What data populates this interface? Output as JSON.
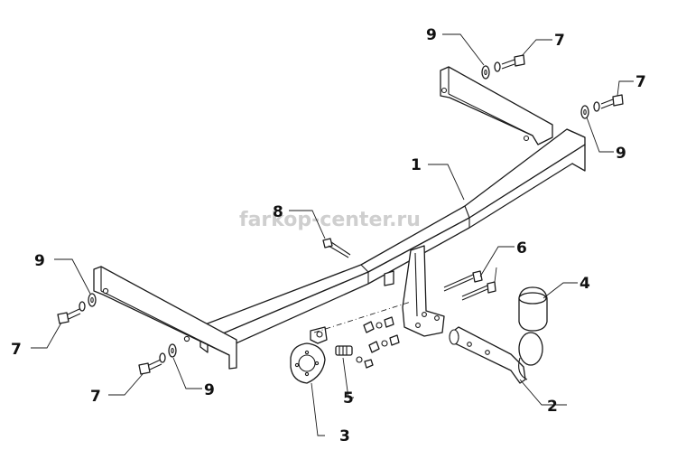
{
  "watermark": "farkop-center.ru",
  "callouts": [
    "1",
    "2",
    "3",
    "4",
    "5",
    "6",
    "7",
    "7",
    "7",
    "7",
    "8",
    "9",
    "9",
    "9",
    "9"
  ]
}
